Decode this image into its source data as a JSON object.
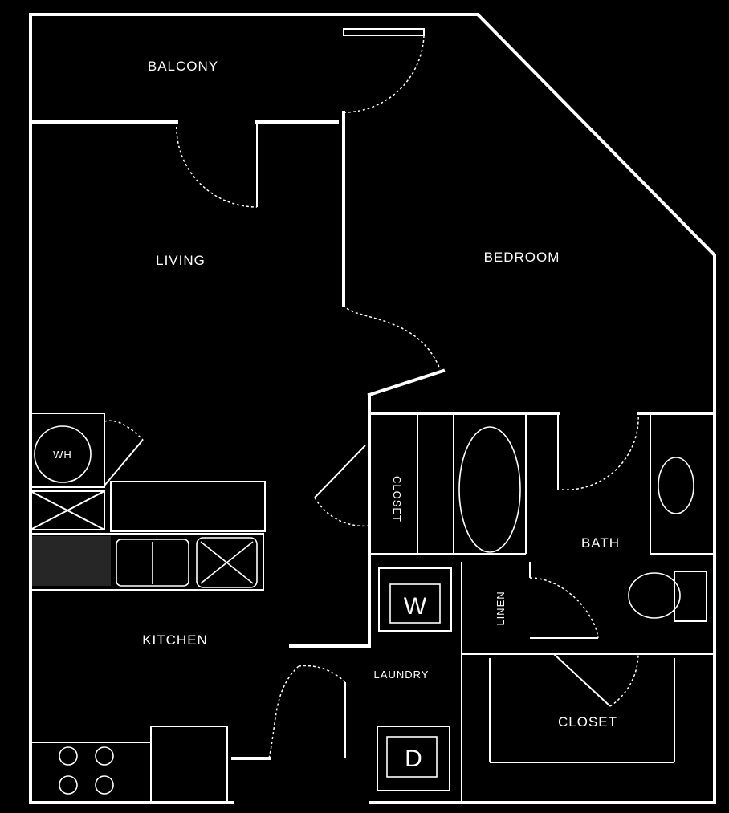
{
  "rooms": {
    "balcony": "BALCONY",
    "living": "LIVING",
    "bedroom": "BEDROOM",
    "kitchen": "KITCHEN",
    "closet": "CLOSET",
    "bath": "BATH",
    "linen": "LINEN",
    "laundry": "LAUNDRY",
    "closet_walkin": "CLOSET"
  },
  "appliances": {
    "water_heater": "WH",
    "washer": "W",
    "dryer": "D"
  },
  "colors": {
    "background": "#000000",
    "lines": "#ffffff"
  }
}
